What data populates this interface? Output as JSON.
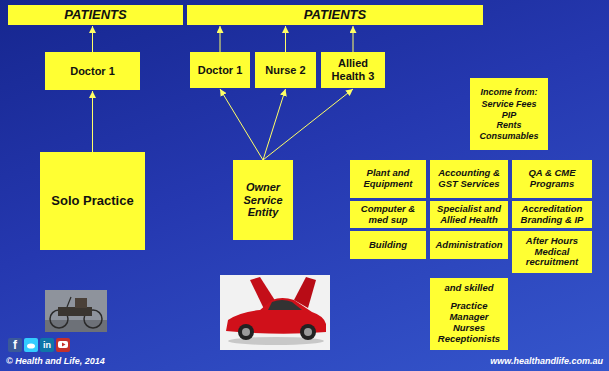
{
  "diagram": {
    "nodes": [
      {
        "text": [
          "PATIENTS"
        ]
      },
      {
        "text": [
          "PATIENTS"
        ]
      },
      {
        "text": [
          "Doctor 1"
        ]
      },
      {
        "text": [
          "Doctor 1"
        ]
      },
      {
        "text": [
          "Nurse 2"
        ]
      },
      {
        "text": [
          "Allied Health 3"
        ]
      },
      {
        "text": [
          "Income from:",
          "Service Fees",
          "PIP",
          "Rents",
          "Consumables"
        ]
      },
      {
        "text": [
          "Solo Practice"
        ]
      },
      {
        "text": [
          "Owner Service Entity"
        ]
      },
      {
        "text": [
          "Plant and Equipment"
        ]
      },
      {
        "text": [
          "Accounting & GST Services"
        ]
      },
      {
        "text": [
          "QA & CME Programs"
        ]
      },
      {
        "text": [
          "Computer & med sup"
        ]
      },
      {
        "text": [
          "Specialist and Allied Health"
        ]
      },
      {
        "text": [
          "Accreditation Branding & IP"
        ]
      },
      {
        "text": [
          "Building"
        ]
      },
      {
        "text": [
          "Administration"
        ]
      },
      {
        "text": [
          "After Hours Medical recruitment"
        ]
      },
      {
        "text": [
          "and skilled",
          "Practice Manager",
          "Nurses",
          "Receptionists"
        ]
      }
    ],
    "edges": [
      {
        "from": 2,
        "to": 0,
        "arrow": "to"
      },
      {
        "from": 7,
        "to": 2,
        "arrow": "to"
      },
      {
        "from": 3,
        "to": 1,
        "arrow": "to"
      },
      {
        "from": 4,
        "to": 1,
        "arrow": "to"
      },
      {
        "from": 5,
        "to": 1,
        "arrow": "to"
      },
      {
        "from": 8,
        "to": 3,
        "arrow": "to"
      },
      {
        "from": 8,
        "to": 4,
        "arrow": "to"
      },
      {
        "from": 8,
        "to": 5,
        "arrow": "to"
      }
    ],
    "labels": [
      "f",
      "in",
      "© Health and Life, 2014",
      "www.healthandlife.com.au"
    ]
  }
}
